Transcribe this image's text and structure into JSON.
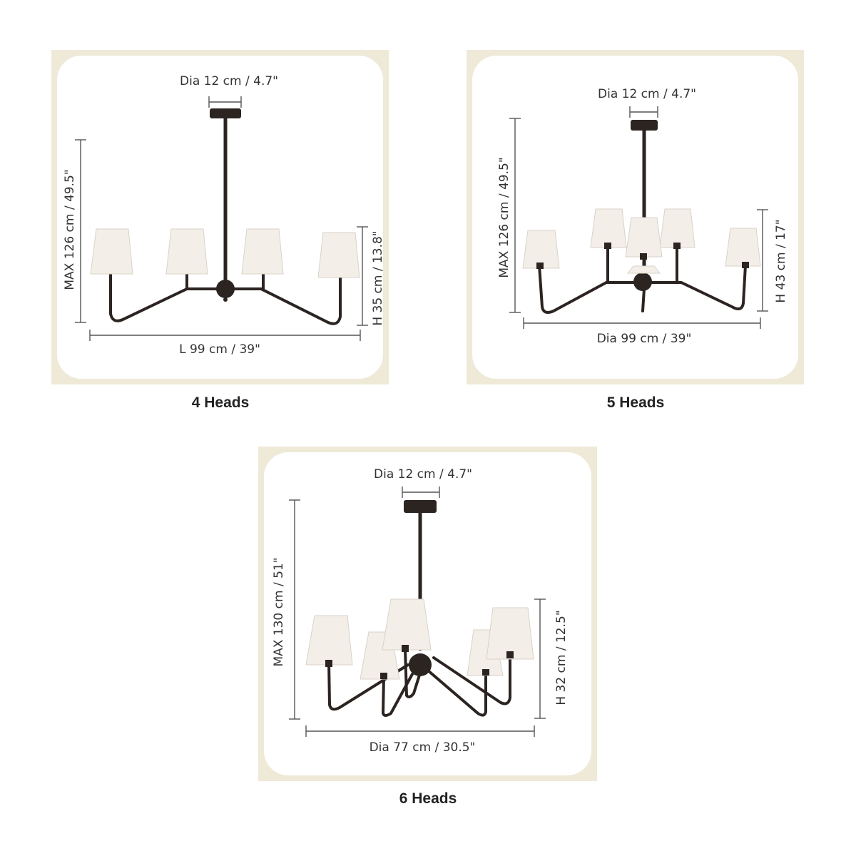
{
  "colors": {
    "panel": "#efe9d8",
    "card": "#ffffff",
    "metal": "#2b2421",
    "shade": "#f3efe8",
    "text": "#333333"
  },
  "variants": [
    {
      "caption": "4 Heads",
      "canopy_label": "Dia 12 cm / 4.7\"",
      "height_label": "MAX 126 cm / 49.5\"",
      "body_height_label": "H 35 cm / 13.8\"",
      "width_label": "L 99 cm / 39\""
    },
    {
      "caption": "5 Heads",
      "canopy_label": "Dia 12 cm / 4.7\"",
      "height_label": "MAX 126 cm / 49.5\"",
      "body_height_label": "H 43 cm / 17\"",
      "width_label": "Dia 99 cm / 39\""
    },
    {
      "caption": "6 Heads",
      "canopy_label": "Dia 12 cm / 4.7\"",
      "height_label": "MAX 130 cm / 51\"",
      "body_height_label": "H 32 cm / 12.5\"",
      "width_label": "Dia 77 cm / 30.5\""
    }
  ]
}
